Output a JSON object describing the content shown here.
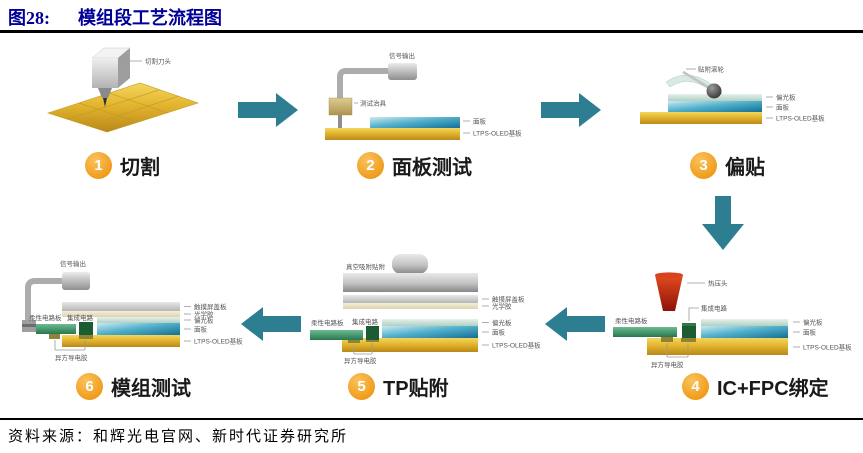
{
  "header": {
    "figure_label": "图28:",
    "title": "模组段工艺流程图"
  },
  "source": "资料来源：和辉光电官网、新时代证券研究所",
  "colors": {
    "title_blue": "#000099",
    "arrow_teal": "#2E7E91",
    "badge_orange": "#F09A18",
    "substrate_gold": "#E3B52E",
    "panel_blue": "#147AA2",
    "fpc_green": "#2F7F58",
    "hot_press_red": "#B1230F"
  },
  "steps": [
    {
      "num": "1",
      "name": "切割",
      "cutter_label": "切割刀头"
    },
    {
      "num": "2",
      "name": "面板测试",
      "signal_label": "信号输出",
      "fixture_label": "测试治具",
      "layer_panel": "面板",
      "layer_substrate": "LTPS-OLED基板"
    },
    {
      "num": "3",
      "name": "偏贴",
      "roller_label": "贴附滚轮",
      "layer_polarizer": "偏光板",
      "layer_panel": "面板",
      "layer_substrate": "LTPS-OLED基板"
    },
    {
      "num": "4",
      "name": "IC+FPC绑定",
      "press_label": "热压头",
      "ic_label": "集成电路",
      "fpc_label": "柔性电路板",
      "acf_label": "异方导电胶",
      "layer_polarizer": "偏光板",
      "layer_panel": "面板",
      "layer_substrate": "LTPS-OLED基板"
    },
    {
      "num": "5",
      "name": "TP贴附",
      "vacuum_label": "真空吸附贴附",
      "fpc_label": "柔性电路板",
      "ic_label": "集成电路",
      "acf_label": "异方导电胶",
      "layer_cover": "触摸屏盖板",
      "layer_oca": "光学胶",
      "layer_polarizer": "偏光板",
      "layer_panel": "面板",
      "layer_substrate": "LTPS-OLED基板"
    },
    {
      "num": "6",
      "name": "模组测试",
      "signal_label": "信号输出",
      "fpc_label": "柔性电路板",
      "ic_label": "集成电路",
      "acf_label": "异方导电胶",
      "layer_cover": "触摸屏盖板",
      "layer_oca": "光学胶",
      "layer_polarizer": "偏光板",
      "layer_panel": "面板",
      "layer_substrate": "LTPS-OLED基板"
    }
  ]
}
